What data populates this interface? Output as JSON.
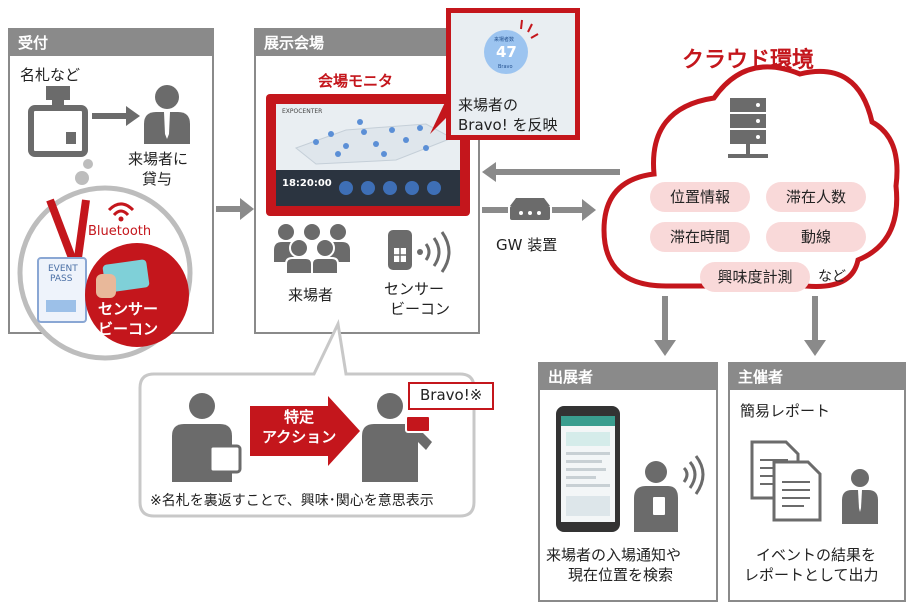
{
  "reception": {
    "title": "受付",
    "item_label": "名札など",
    "lend_line1": "来場者に",
    "lend_line2": "貸与",
    "bluetooth": "Bluetooth",
    "pass_line1": "EVENT",
    "pass_line2": "PASS",
    "beacon_line1": "センサー",
    "beacon_line2": "ビーコン"
  },
  "venue": {
    "title": "展示会場",
    "monitor_title": "会場モニタ",
    "visitors": "来場者",
    "sensor_line1": "センサー",
    "sensor_line2": "ビーコン",
    "monitor_screen_label": "EXPOCENTER",
    "monitor_clock": "18:20:00"
  },
  "bravo_popup": {
    "count": "47",
    "small_top": "来場者数",
    "small_bottom": "Bravo",
    "line1": "来場者の",
    "line2": "Bravo! を反映"
  },
  "gateway": {
    "label": "GW 装置"
  },
  "cloud": {
    "title": "クラウド環境",
    "items": [
      "位置情報",
      "滞在人数",
      "滞在時間",
      "動線",
      "興味度計測"
    ],
    "suffix": "など"
  },
  "action": {
    "line1": "特定",
    "line2": "アクション",
    "bubble": "Bravo!※",
    "note": "※名札を裏返すことで、興味･関心を意思表示"
  },
  "exhibitor": {
    "title": "出展者",
    "caption_line1": "来場者の入場通知や",
    "caption_line2": "現在位置を検索"
  },
  "organizer": {
    "title": "主催者",
    "report_label": "簡易レポート",
    "caption_line1": "イベントの結果を",
    "caption_line2": "レポートとして出力"
  },
  "colors": {
    "accent": "#c4161c",
    "panel_gray": "#8a8a8a",
    "pill_pink": "#f9d9d9",
    "icon_gray": "#6b6b6b"
  }
}
